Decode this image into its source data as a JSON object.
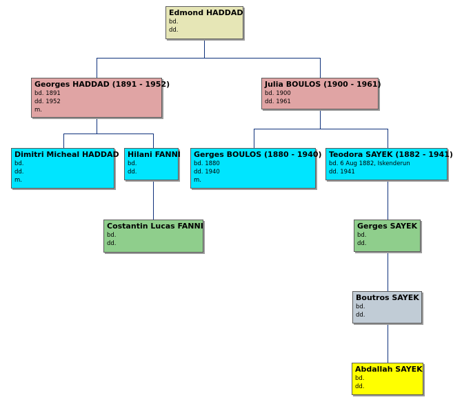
{
  "persons": {
    "edmond": {
      "name": "Edmond HADDAD",
      "born": "bd.",
      "died": "dd.",
      "colour": "#e6e6b6"
    },
    "georges": {
      "name": "Georges HADDAD (1891 - 1952)",
      "born": "bd. 1891",
      "died": "dd. 1952",
      "married": "m.",
      "colour": "#e0a4a4"
    },
    "julia": {
      "name": "Julia BOULOS (1900 - 1961)",
      "born": "bd. 1900",
      "died": "dd. 1961",
      "colour": "#e0a4a4"
    },
    "dimitri": {
      "name": "Dimitri Micheal HADDAD",
      "born": "bd.",
      "died": "dd.",
      "married": "m.",
      "colour": "#00e5ff"
    },
    "hilani": {
      "name": "Hilani FANNI",
      "born": "bd.",
      "died": "dd.",
      "colour": "#00e5ff"
    },
    "gerges_b": {
      "name": "Gerges BOULOS (1880 - 1940)",
      "born": "bd. 1880",
      "died": "dd. 1940",
      "married": "m.",
      "colour": "#00e5ff"
    },
    "teodora": {
      "name": "Teodora SAYEK (1882 - 1941)",
      "born": "bd. 6 Aug 1882, Iskenderun",
      "died": "dd. 1941",
      "colour": "#00e5ff"
    },
    "costantin": {
      "name": "Costantin Lucas FANNI",
      "born": "bd.",
      "died": "dd.",
      "colour": "#8fce8c"
    },
    "gerges_s": {
      "name": "Gerges SAYEK",
      "born": "bd.",
      "died": "dd.",
      "colour": "#8fce8c"
    },
    "boutros": {
      "name": "Boutros SAYEK",
      "born": "bd.",
      "died": "dd.",
      "colour": "#c1ccd6"
    },
    "abdallah": {
      "name": "Abdallah SAYEK",
      "born": "bd.",
      "died": "dd.",
      "colour": "#ffff00"
    }
  },
  "line_colour": "#0c2f7a"
}
